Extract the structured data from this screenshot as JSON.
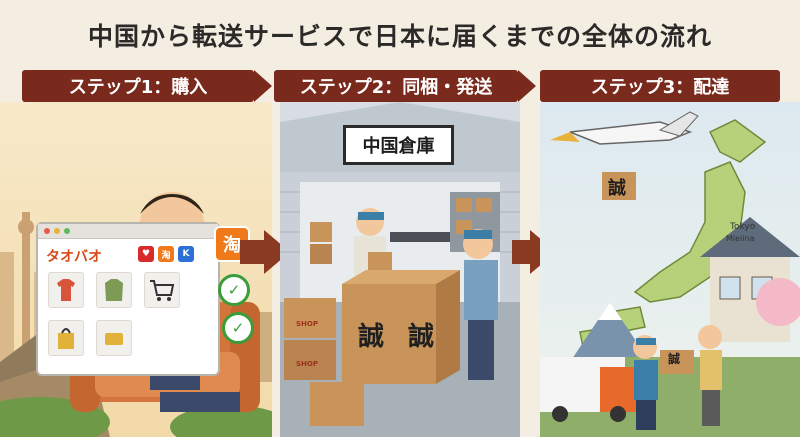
{
  "title": "中国から転送サービスで日本に届くまでの全体の流れ",
  "steps": [
    {
      "label": "ステップ1：購入"
    },
    {
      "label": "ステップ2：同梱・発送"
    },
    {
      "label": "ステップ3：配達"
    }
  ],
  "step1": {
    "site_name": "タオバオ",
    "taobao_badge": "淘",
    "mini_logo_1": "淘",
    "mini_logo_2": "K"
  },
  "step2": {
    "warehouse_sign": "中国倉庫",
    "box_char_1": "誠",
    "box_char_2": "誠",
    "shop_label": "SHOP"
  },
  "step3": {
    "parcel_char": "誠",
    "map_label_1": "Tokyo",
    "map_label_2": "Mieiina",
    "small_box_char": "誠"
  },
  "colors": {
    "step_bar": "#7a2a1c",
    "arrow": "#8b3a22",
    "accent_orange": "#f07a1a",
    "check_green": "#3a9d3a"
  }
}
